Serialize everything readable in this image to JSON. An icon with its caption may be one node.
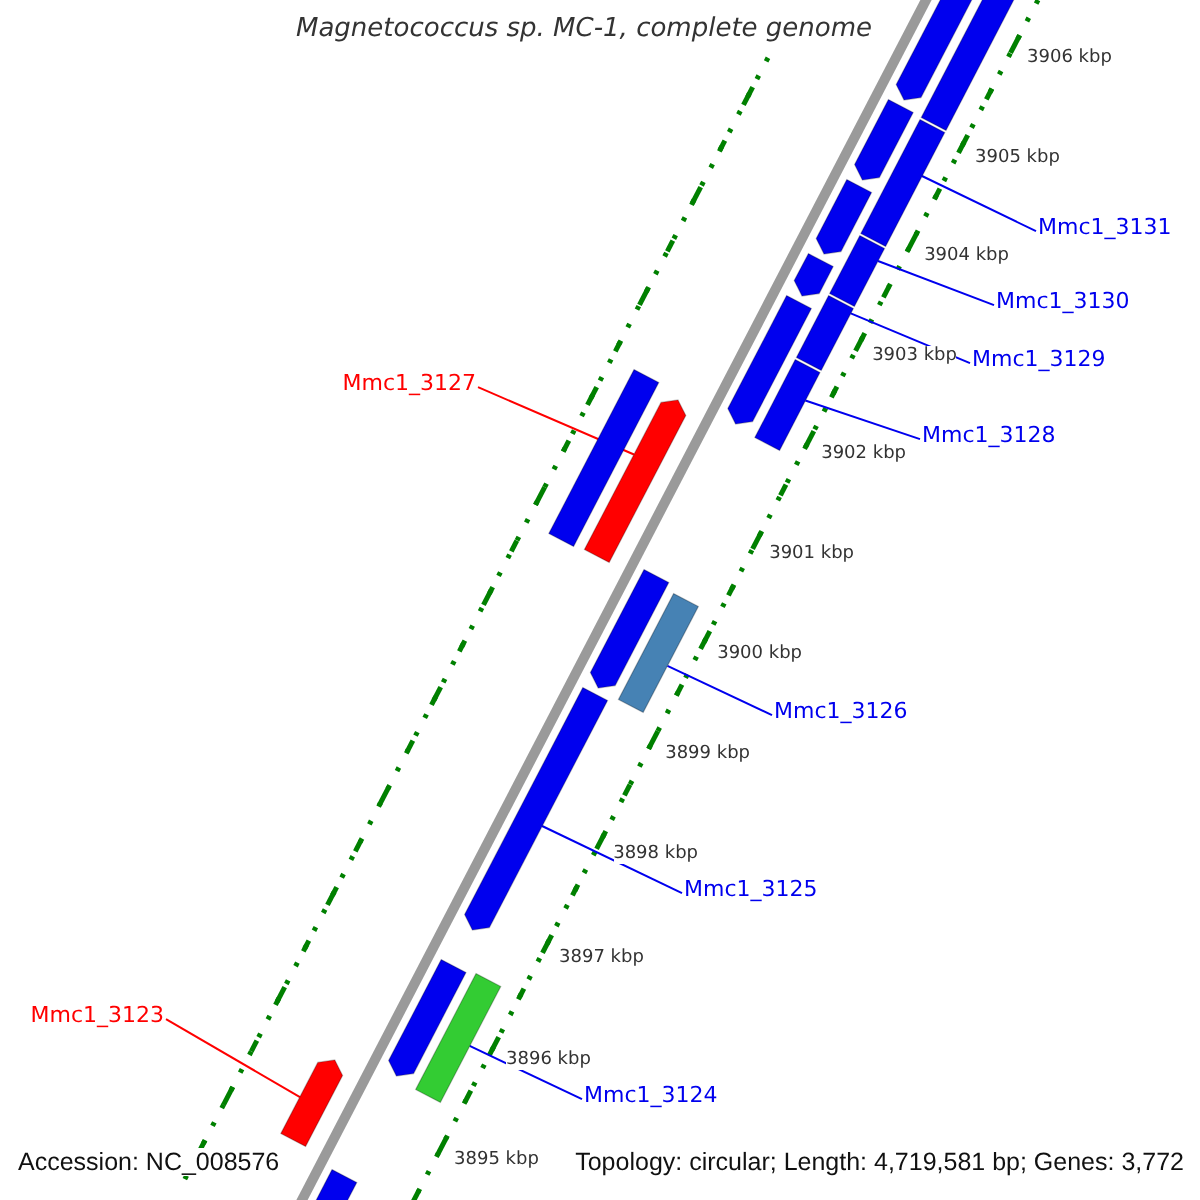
{
  "diagram": {
    "title": "Magnetococcus sp. MC-1, complete genome",
    "nodes": [
      {
        "text": [
          "Mmc1_3131"
        ]
      },
      {
        "text": [
          "Mmc1_3130"
        ]
      },
      {
        "text": [
          "Mmc1_3129"
        ]
      },
      {
        "text": [
          "Mmc1_3127"
        ]
      },
      {
        "text": [
          "Mmc1_3128"
        ]
      },
      {
        "text": [
          "Mmc1_3126"
        ]
      },
      {
        "text": [
          "Mmc1_3125"
        ]
      },
      {
        "text": [
          "Mmc1_3123"
        ]
      },
      {
        "text": [
          "Mmc1_3124"
        ]
      },
      {
        "text": [],
        "shape": "bar"
      },
      {
        "text": [],
        "shape": "bar"
      },
      {
        "text": [],
        "shape": "bar"
      },
      {
        "text": [],
        "shape": "bar"
      },
      {
        "text": [],
        "shape": "bar"
      },
      {
        "text": [],
        "shape": "bar"
      },
      {
        "text": [],
        "shape": "bar"
      },
      {
        "text": [],
        "shape": "bar"
      },
      {
        "text": [],
        "shape": "bar"
      },
      {
        "text": [],
        "shape": "bar"
      },
      {
        "text": [],
        "shape": "bar"
      },
      {
        "text": [],
        "shape": "bar"
      },
      {
        "text": [],
        "shape": "bar"
      },
      {
        "text": [],
        "shape": "bar"
      },
      {
        "text": [],
        "shape": "bar"
      },
      {
        "text": [],
        "shape": "bar"
      },
      {
        "text": [],
        "shape": "bar"
      },
      {
        "text": [],
        "shape": "bar"
      },
      {
        "text": [],
        "shape": "bar"
      }
    ],
    "edges": [
      {
        "from": 0,
        "to": 12,
        "arrow": "none"
      },
      {
        "from": 1,
        "to": 14,
        "arrow": "none"
      },
      {
        "from": 2,
        "to": 17,
        "arrow": "none"
      },
      {
        "from": 3,
        "to": 20,
        "arrow": "none",
        "color": "#ff0000"
      },
      {
        "from": 4,
        "to": 18,
        "arrow": "none"
      },
      {
        "from": 5,
        "to": 22,
        "arrow": "none"
      },
      {
        "from": 6,
        "to": 23,
        "arrow": "none"
      },
      {
        "from": 7,
        "to": 26,
        "arrow": "none",
        "color": "#ff0000"
      },
      {
        "from": 8,
        "to": 25,
        "arrow": "none"
      }
    ],
    "labels": [
      "3906 kbp",
      "3905 kbp",
      "3904 kbp",
      "3903 kbp",
      "3902 kbp",
      "3901 kbp",
      "3900 kbp",
      "3899 kbp",
      "3898 kbp",
      "3897 kbp",
      "3896 kbp",
      "3895 kbp",
      "Accession: NC_008576",
      "Topology: circular; Length: 4,719,581 bp; Genes: 3,772"
    ]
  }
}
